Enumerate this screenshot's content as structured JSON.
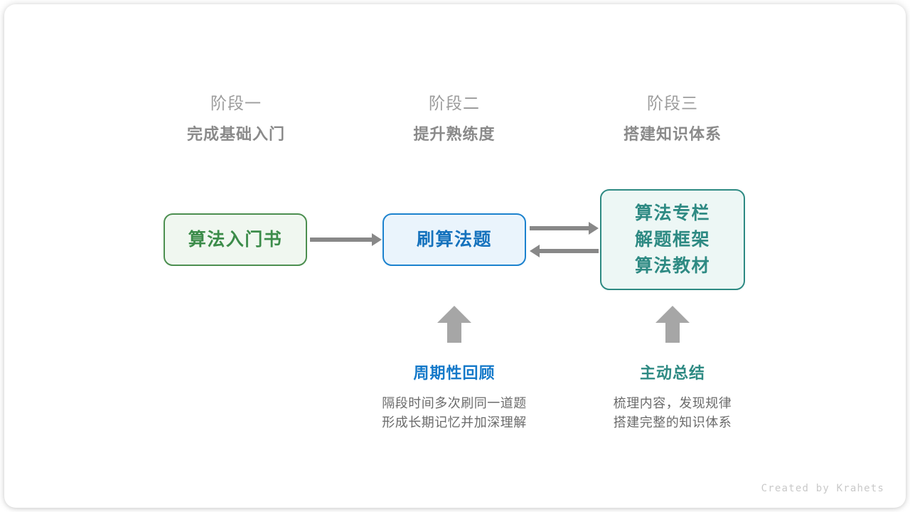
{
  "phases": [
    {
      "name": "阶段一",
      "subtitle": "完成基础入门"
    },
    {
      "name": "阶段二",
      "subtitle": "提升熟练度"
    },
    {
      "name": "阶段三",
      "subtitle": "搭建知识体系"
    }
  ],
  "nodes": {
    "book": {
      "lines": [
        "算法入门书"
      ],
      "border_color": "#4c8f50",
      "fill_color": "#f0f7f0",
      "text_color": "#3c8c4a"
    },
    "practice": {
      "lines": [
        "刷算法题"
      ],
      "border_color": "#1c82ce",
      "fill_color": "#eaf4fc",
      "text_color": "#1572bd"
    },
    "resources": {
      "lines": [
        "算法专栏",
        "解题框架",
        "算法教材"
      ],
      "border_color": "#2e8a83",
      "fill_color": "#edf7f5",
      "text_color": "#2e8a83"
    }
  },
  "connectors": [
    {
      "from": "book",
      "to": "practice",
      "direction": "right"
    },
    {
      "from": "practice",
      "to": "resources",
      "direction": "right"
    },
    {
      "from": "resources",
      "to": "practice",
      "direction": "left"
    }
  ],
  "notes": [
    {
      "title": "周期性回顾",
      "title_color": "#1479c9",
      "desc_lines": [
        "隔段时间多次刷同一道题",
        "形成长期记忆并加深理解"
      ]
    },
    {
      "title": "主动总结",
      "title_color": "#2e8a83",
      "desc_lines": [
        "梳理内容，发现规律",
        "搭建完整的知识体系"
      ]
    }
  ],
  "credit": "Created by Krahets",
  "colors": {
    "arrow": "#888888",
    "up_arrow": "#a6a6a6",
    "phase_name": "#9c9c9c",
    "phase_subtitle": "#8a8a8a",
    "note_desc": "#6b6b6b",
    "credit": "#c9c9c9",
    "card_background": "#ffffff"
  }
}
